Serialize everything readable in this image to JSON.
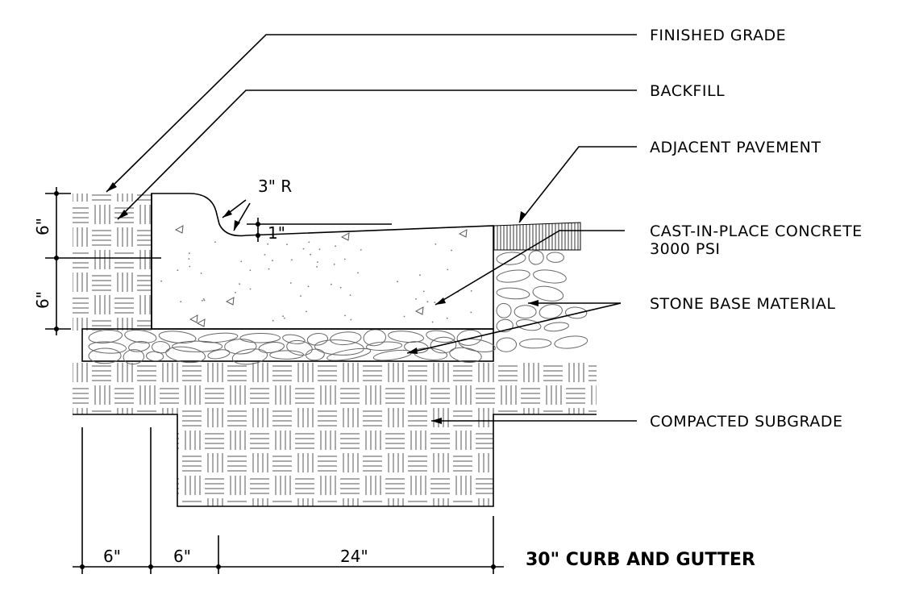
{
  "labels": {
    "finished_grade": "FINISHED GRADE",
    "backfill": "BACKFILL",
    "adjacent_pavement": "ADJACENT PAVEMENT",
    "concrete_line1": "CAST-IN-PLACE CONCRETE",
    "concrete_line2": "3000 PSI",
    "stone_base": "STONE BASE MATERIAL",
    "compacted_subgrade": "COMPACTED SUBGRADE"
  },
  "dimensions": {
    "radius": "3\" R",
    "lip": "1\"",
    "curb_height_upper": "6\"",
    "curb_height_lower": "6\"",
    "bottom_1": "6\"",
    "bottom_2": "6\"",
    "bottom_3": "24\""
  },
  "title": "30\" CURB AND GUTTER"
}
